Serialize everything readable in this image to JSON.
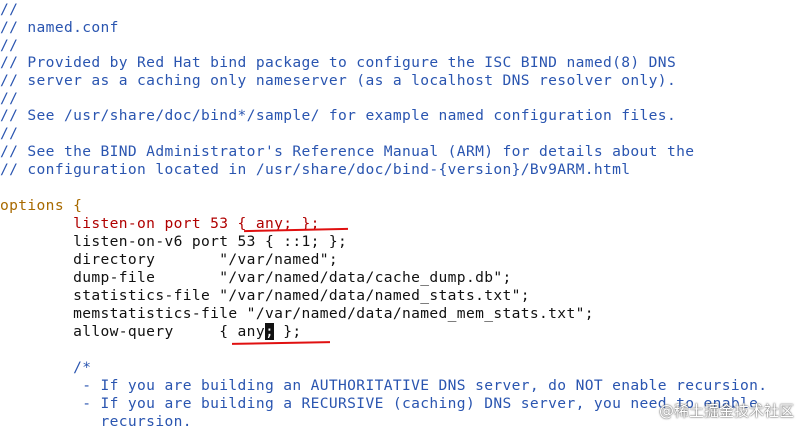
{
  "editor": {
    "lines": [
      "//",
      "// named.conf",
      "//",
      "// Provided by Red Hat bind package to configure the ISC BIND named(8) DNS",
      "// server as a caching only nameserver (as a localhost DNS resolver only).",
      "//",
      "// See /usr/share/doc/bind*/sample/ for example named configuration files.",
      "//",
      "// See the BIND Administrator's Reference Manual (ARM) for details about the",
      "// configuration located in /usr/share/doc/bind-{version}/Bv9ARM.html",
      "",
      "options {",
      "        listen-on port 53 { any; };",
      "        listen-on-v6 port 53 { ::1; };",
      "        directory       \"/var/named\";",
      "        dump-file       \"/var/named/data/cache_dump.db\";",
      "        statistics-file \"/var/named/data/named_stats.txt\";",
      "        memstatistics-file \"/var/named/data/named_mem_stats.txt\";",
      "        allow-query     { any; };",
      "",
      "        /*",
      "         - If you are building an AUTHORITATIVE DNS server, do NOT enable recursion.",
      "         - If you are building a RECURSIVE (caching) DNS server, you need to enable",
      "           recursion."
    ],
    "cursor_char": ";",
    "colors": {
      "comment": "#2a55b0",
      "keyword": "#a86a00",
      "directive": "#b00000",
      "text": "#111111",
      "annotation": "#e01010"
    }
  },
  "watermark": "@稀土掘金技术社区"
}
